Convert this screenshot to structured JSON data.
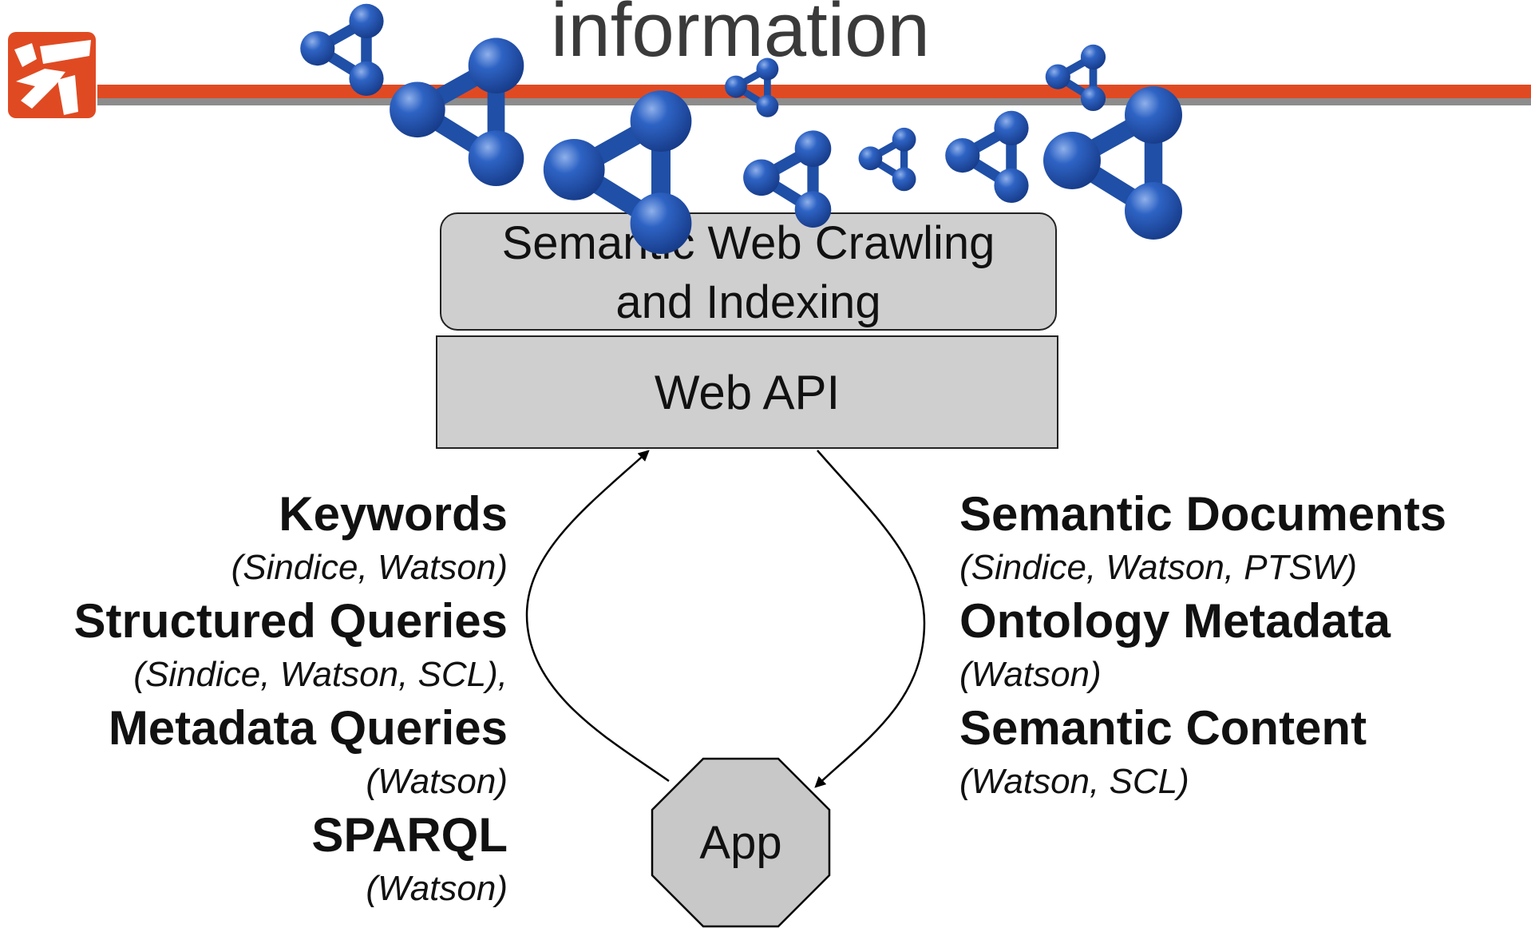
{
  "slide": {
    "title": "information"
  },
  "logo": {
    "icon": "orange-square-logo-icon",
    "color": "#e04a22"
  },
  "molecule_icon": {
    "icon": "three-node-network-icon",
    "color": "#1d4fa8"
  },
  "crawl_box": {
    "label_line1": "Semantic Web Crawling",
    "label_line2": "and Indexing"
  },
  "api_box": {
    "label": "Web API"
  },
  "app_node": {
    "label": "App"
  },
  "requests": [
    {
      "title": "Keywords",
      "sources": "(Sindice, Watson)"
    },
    {
      "title": "Structured Queries",
      "sources": "(Sindice, Watson, SCL),"
    },
    {
      "title": "Metadata Queries",
      "sources": "(Watson)"
    },
    {
      "title": "SPARQL",
      "sources": "(Watson)"
    }
  ],
  "responses": [
    {
      "title": "Semantic Documents",
      "sources": "(Sindice, Watson, PTSW)"
    },
    {
      "title": "Ontology Metadata",
      "sources": "(Watson)"
    },
    {
      "title": "Semantic Content",
      "sources": "(Watson, SCL)"
    }
  ]
}
